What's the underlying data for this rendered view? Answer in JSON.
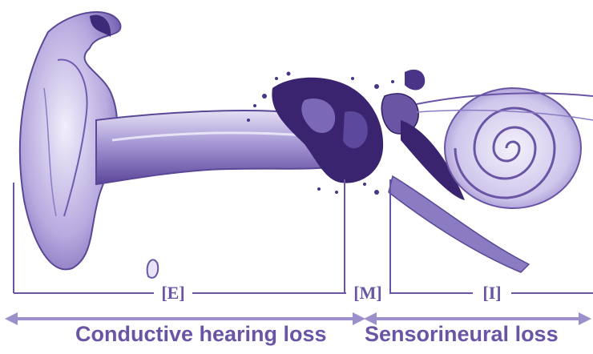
{
  "colors": {
    "primary": "#6a55a5",
    "mid": "#9d8fcc",
    "light": "#d8d1ee",
    "dark": "#3a2470"
  },
  "segments": {
    "outer": "[E]",
    "middle": "[M]",
    "inner": "[I]"
  },
  "captions": {
    "conductive": "Conductive hearing loss",
    "sensorineural": "Sensorineural loss"
  },
  "icons": {
    "left_arrow": "arrow-left",
    "right_arrow": "arrow-right"
  }
}
